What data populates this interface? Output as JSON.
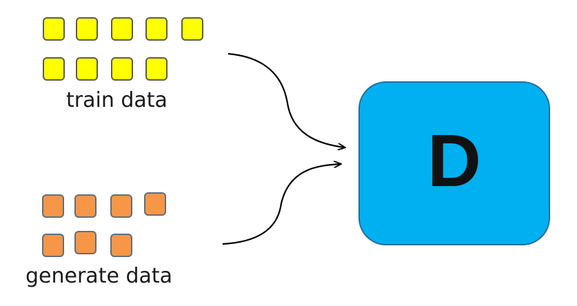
{
  "train": {
    "label": "train data",
    "color": "#ffff00",
    "rows": [
      5,
      4
    ]
  },
  "generate": {
    "label": "generate data",
    "color": "#f79646",
    "rows": [
      4,
      3
    ]
  },
  "discriminator": {
    "label": "D",
    "color": "#00b0f0"
  }
}
